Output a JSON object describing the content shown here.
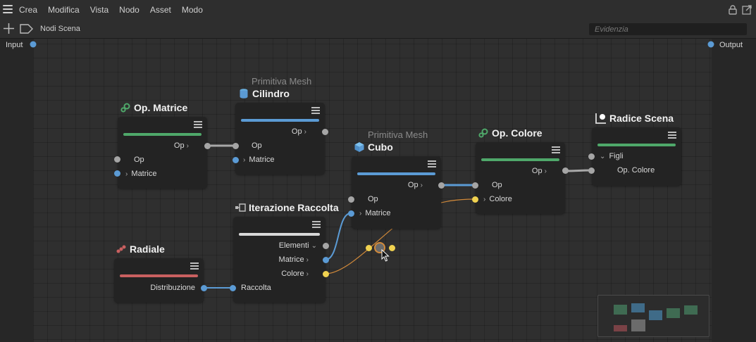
{
  "menubar": {
    "items": [
      "Crea",
      "Modifica",
      "Vista",
      "Nodo",
      "Asset",
      "Modo"
    ]
  },
  "toolbar": {
    "title": "Nodi Scena",
    "search_placeholder": "Evidenzia"
  },
  "rails": {
    "input_label": "Input",
    "output_label": "Output"
  },
  "nodes": {
    "op_matrice": {
      "title": "Op. Matrice",
      "rows": [
        "Op",
        "Op",
        "Matrice"
      ]
    },
    "cilindro": {
      "subtitle": "Primitiva Mesh",
      "title": "Cilindro",
      "rows": [
        "Op",
        "Op",
        "Matrice"
      ]
    },
    "cubo": {
      "subtitle": "Primitiva Mesh",
      "title": "Cubo",
      "rows": [
        "Op",
        "Op",
        "Matrice"
      ]
    },
    "op_colore": {
      "title": "Op. Colore",
      "rows": [
        "Op",
        "Op",
        "Colore"
      ]
    },
    "radice_scena": {
      "title": "Radice Scena",
      "rows": [
        "Figli",
        "Op. Colore"
      ]
    },
    "iterazione": {
      "title": "Iterazione Raccolta",
      "rows": [
        "Elementi",
        "Matrice",
        "Colore",
        "Raccolta"
      ]
    },
    "radiale": {
      "title": "Radiale",
      "rows": [
        "Distribuzione"
      ]
    }
  },
  "colors": {
    "green": "#4fa86a",
    "blue": "#5b9bd5",
    "white": "#d8d8d8",
    "red": "#c96060",
    "yellow": "#f0d250",
    "orange": "#d28a3a"
  }
}
